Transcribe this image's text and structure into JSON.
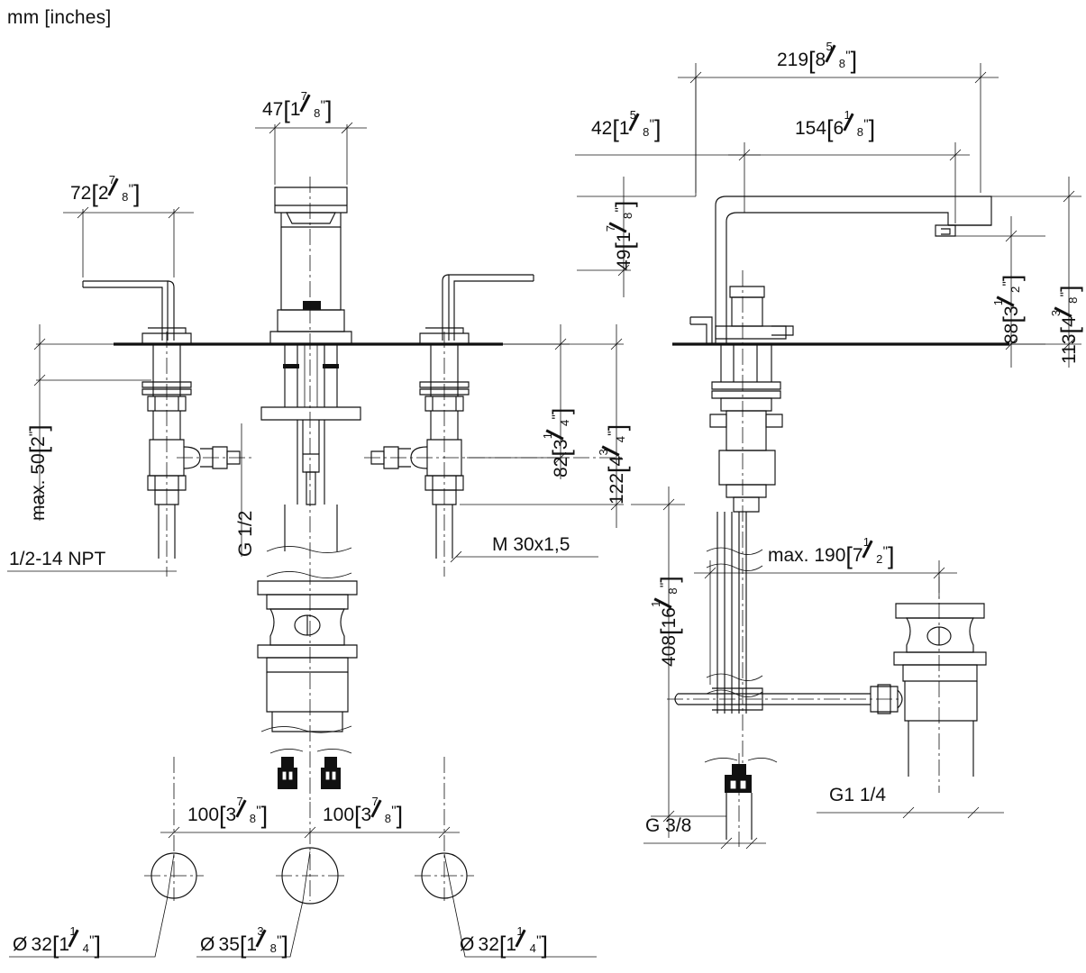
{
  "drawing": {
    "title_note": "mm [inches]",
    "type": "technical-dimension-drawing",
    "subject": "Three-hole basin mixer with pop-up waste",
    "background_color": "#ffffff",
    "line_color": "#111111"
  },
  "dimensions": {
    "front_view": [
      {
        "id": "d-47",
        "mm": "47",
        "inch_whole": "1",
        "inch_num": "7",
        "inch_den": "8",
        "text": "47 [1 7/8\"]",
        "orientation": "horizontal",
        "note": "spout body width"
      },
      {
        "id": "d-72",
        "mm": "72",
        "inch_whole": "2",
        "inch_num": "7",
        "inch_den": "8",
        "text": "72 [2 7/8\"]",
        "orientation": "horizontal",
        "note": "handle lever reach"
      },
      {
        "id": "d-max50",
        "text": "max. 50 [2\"]",
        "mm": "max. 50",
        "inch_whole": "2",
        "orientation": "vertical",
        "note": "maximum deck thickness"
      },
      {
        "id": "d-82",
        "mm": "82",
        "inch_whole": "3",
        "inch_num": "1",
        "inch_den": "4",
        "text": "82 [3 1/4\"]",
        "orientation": "vertical"
      },
      {
        "id": "d-122",
        "mm": "122",
        "inch_whole": "4",
        "inch_num": "3",
        "inch_den": "4",
        "text": "122 [4 3/4\"]",
        "orientation": "vertical"
      },
      {
        "id": "d-100-left",
        "mm": "100",
        "inch_whole": "3",
        "inch_num": "7",
        "inch_den": "8",
        "text": "100 [3 7/8\"]",
        "orientation": "horizontal"
      },
      {
        "id": "d-100-right",
        "mm": "100",
        "inch_whole": "3",
        "inch_num": "7",
        "inch_den": "8",
        "text": "100 [3 7/8\"]",
        "orientation": "horizontal"
      }
    ],
    "side_view": [
      {
        "id": "d-219",
        "mm": "219",
        "inch_whole": "8",
        "inch_num": "5",
        "inch_den": "8",
        "text": "219 [8 5/8\"]",
        "orientation": "horizontal",
        "note": "total projection"
      },
      {
        "id": "d-154",
        "mm": "154",
        "inch_whole": "6",
        "inch_num": "1",
        "inch_den": "8",
        "text": "154 [6 1/8\"]",
        "orientation": "horizontal",
        "note": "spout reach"
      },
      {
        "id": "d-42",
        "mm": "42",
        "inch_whole": "1",
        "inch_num": "5",
        "inch_den": "8",
        "text": "42 [1 5/8\"]",
        "orientation": "horizontal"
      },
      {
        "id": "d-49",
        "mm": "49",
        "inch_whole": "1",
        "inch_num": "7",
        "inch_den": "8",
        "text": "49 [1 7/8\"]",
        "orientation": "vertical"
      },
      {
        "id": "d-88",
        "mm": "88",
        "inch_whole": "3",
        "inch_num": "1",
        "inch_den": "2",
        "text": "88 [3 1/2\"]",
        "orientation": "vertical",
        "note": "spout outlet height"
      },
      {
        "id": "d-113",
        "mm": "113",
        "inch_whole": "4",
        "inch_num": "3",
        "inch_den": "8",
        "text": "113 [4 3/8\"]",
        "orientation": "vertical",
        "note": "spout top height"
      },
      {
        "id": "d-408",
        "mm": "408",
        "inch_whole": "16",
        "inch_num": "1",
        "inch_den": "8",
        "text": "408 [16 1/8\"]",
        "orientation": "vertical",
        "note": "overall depth below deck"
      },
      {
        "id": "d-max190",
        "mm": "max. 190",
        "inch_whole": "7",
        "inch_num": "1",
        "inch_den": "2",
        "text": "max. 190 [7 1/2\"]",
        "orientation": "horizontal",
        "note": "pop-up rod reach"
      }
    ],
    "holes": [
      {
        "id": "hole-left",
        "mm": "32",
        "inch_whole": "1",
        "inch_num": "1",
        "inch_den": "4",
        "text": "Ø 32 [1 1/4\"]"
      },
      {
        "id": "hole-center",
        "mm": "35",
        "inch_whole": "1",
        "inch_num": "3",
        "inch_den": "8",
        "text": "Ø 35 [1 3/8\"]"
      },
      {
        "id": "hole-right",
        "mm": "32",
        "inch_whole": "1",
        "inch_num": "1",
        "inch_den": "4",
        "text": "Ø 32 [1 1/4\"]"
      }
    ]
  },
  "thread_labels": [
    {
      "id": "npt-label",
      "text": "1/2-14 NPT"
    },
    {
      "id": "g12-label",
      "text": "G 1/2"
    },
    {
      "id": "m30-label",
      "text": "M 30x1,5"
    },
    {
      "id": "g38-label",
      "text": "G 3/8"
    },
    {
      "id": "g114-label",
      "text": "G1 1/4"
    }
  ]
}
